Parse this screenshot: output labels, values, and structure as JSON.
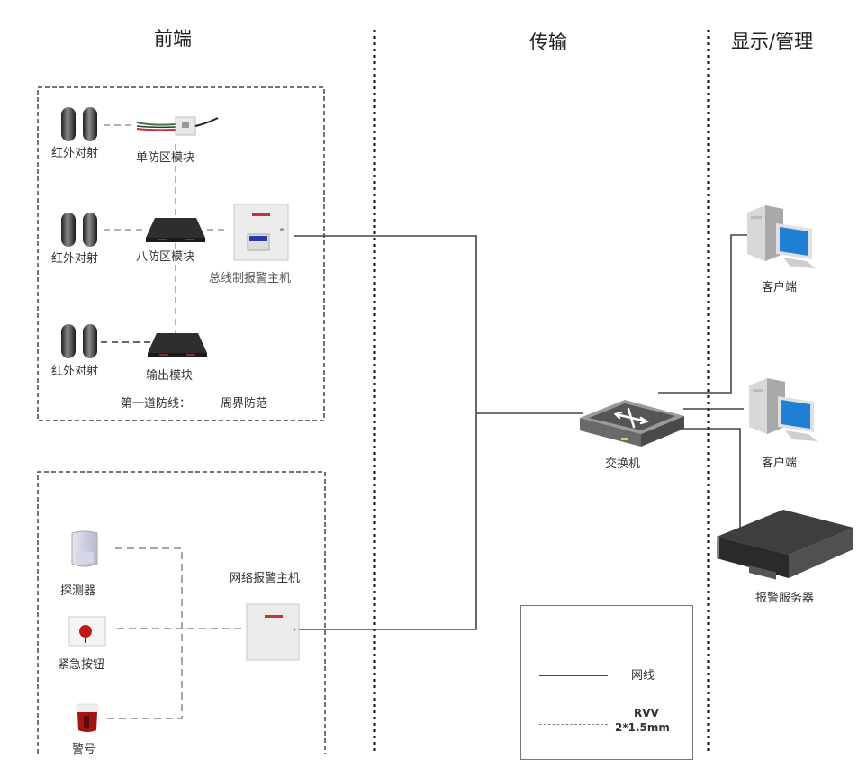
{
  "sections": {
    "front_end": "前端",
    "transmission": "传输",
    "display_management": "显示/管理"
  },
  "group1": {
    "caption_label": "第一道防线：",
    "caption_value": "周界防范",
    "devices": {
      "ir_beam_1": "红外对射",
      "single_zone_module": "单防区模块",
      "ir_beam_2": "红外对射",
      "eight_zone_module": "八防区模块",
      "bus_alarm_host": "总线制报警主机",
      "ir_beam_3": "红外对射",
      "output_module": "输出模块"
    }
  },
  "group2": {
    "devices": {
      "detector": "探测器",
      "panic_button": "紧急按钮",
      "siren": "警号",
      "network_alarm_host": "网络报警主机"
    }
  },
  "network": {
    "switch": "交换机",
    "client_1": "客户端",
    "client_2": "客户端",
    "alarm_server": "报警服务器"
  },
  "legend": {
    "items": [
      {
        "line_style": "solid",
        "label": "网线"
      },
      {
        "line_style": "dashed",
        "label_line1": "RVV",
        "label_line2": "2*1.5mm"
      }
    ]
  }
}
